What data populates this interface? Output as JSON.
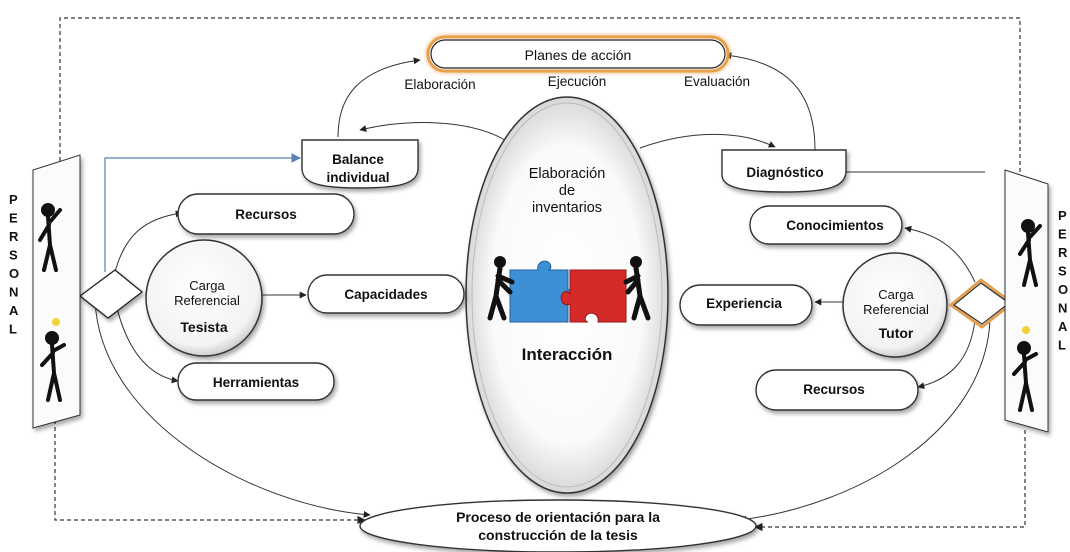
{
  "nodes": {
    "planes": "Planes de acción",
    "elaboracion_label": "Elaboración",
    "ejecucion_label": "Ejecución",
    "evaluacion_label": "Evaluación",
    "balance_line1": "Balance",
    "balance_line2": "individual",
    "diagnostico": "Diagnóstico",
    "center_line1": "Elaboración",
    "center_line2": "de",
    "center_line3": "inventarios",
    "interaccion": "Interacción",
    "left_recursos": "Recursos",
    "left_capacidades": "Capacidades",
    "left_herramientas": "Herramientas",
    "left_carga_line1": "Carga",
    "left_carga_line2": "Referencial",
    "left_carga_role": "Tesista",
    "right_conocimientos": "Conocimientos",
    "right_experiencia": "Experiencia",
    "right_recursos": "Recursos",
    "right_carga_line1": "Carga",
    "right_carga_line2": "Referencial",
    "right_carga_role": "Tutor",
    "proceso_line1": "Proceso de orientación para la",
    "proceso_line2": "construcción de la tesis"
  },
  "side_labels": {
    "left": [
      "P",
      "E",
      "R",
      "S",
      "O",
      "N",
      "A",
      "L"
    ],
    "right": [
      "P",
      "E",
      "R",
      "S",
      "O",
      "N",
      "A",
      "L"
    ]
  },
  "colors": {
    "puzzle_blue": "#3d8fd6",
    "puzzle_red": "#d42a2a",
    "planes_glow": "#e8a04a",
    "diamond_glow": "#e0a050",
    "connector_blue": "#5a7fb5"
  },
  "icons": {
    "thinking_person": "thinking-person-icon",
    "idea_person": "idea-person-icon",
    "puzzle": "puzzle-people-icon"
  }
}
